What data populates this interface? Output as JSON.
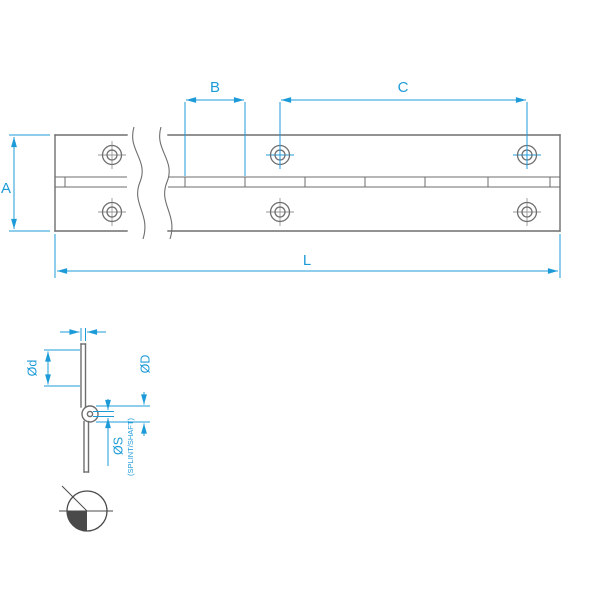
{
  "labels": {
    "dim_a": "A",
    "dim_b": "B",
    "dim_c": "C",
    "dim_l": "L",
    "dia_small": "Ød",
    "dia_large": "ØD",
    "dia_pin": "ØS",
    "pin_note": "(SPLINT/SHAFT)"
  },
  "colors": {
    "dimension": "#1d9bd8",
    "outline": "#6e6e6e",
    "symbol": "#4a4a4a"
  }
}
